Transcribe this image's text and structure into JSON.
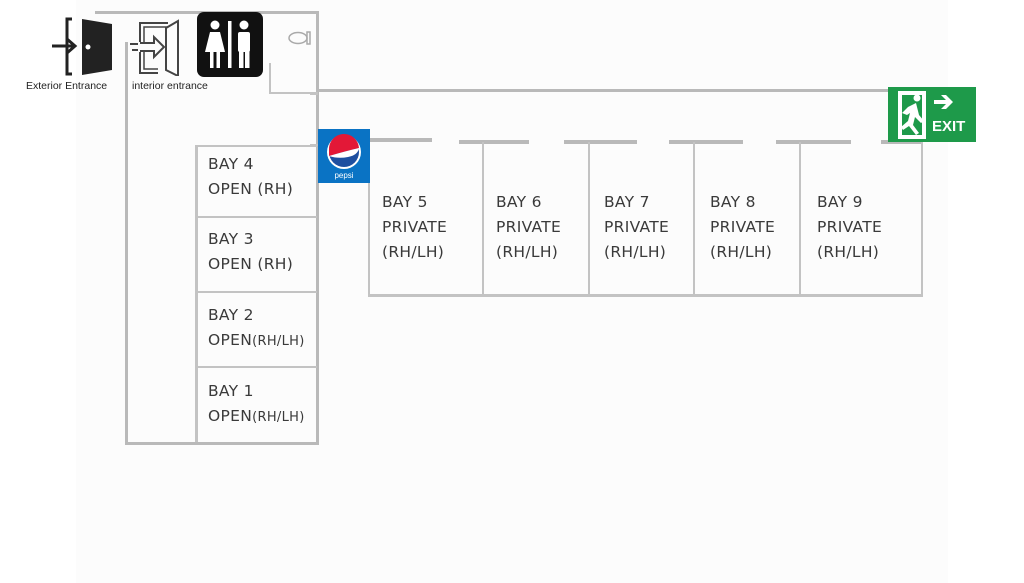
{
  "floorplan": {
    "entrances": {
      "exterior_label": "Exterior Entrance",
      "interior_label": "interior entrance"
    },
    "restroom": {
      "icon": "restroom-icon"
    },
    "vending": {
      "brand_label": "pepsi",
      "colors": {
        "background": "#0a73c4",
        "red": "#e31837",
        "blue": "#1e4fa0"
      }
    },
    "exit_sign": {
      "label": "EXIT",
      "color": "#1e9a4a"
    },
    "open_bays": [
      {
        "name": "BAY 4",
        "type": "OPEN",
        "hand": "(RH)"
      },
      {
        "name": "BAY 3",
        "type": "OPEN",
        "hand": "(RH)"
      },
      {
        "name": "BAY 2",
        "type": "OPEN",
        "hand": "(RH/LH)"
      },
      {
        "name": "BAY 1",
        "type": "OPEN",
        "hand": "(RH/LH)"
      }
    ],
    "private_bays": [
      {
        "name": "BAY 5",
        "type": "PRIVATE",
        "hand": "(RH/LH)"
      },
      {
        "name": "BAY 6",
        "type": "PRIVATE",
        "hand": "(RH/LH)"
      },
      {
        "name": "BAY 7",
        "type": "PRIVATE",
        "hand": "(RH/LH)"
      },
      {
        "name": "BAY 8",
        "type": "PRIVATE",
        "hand": "(RH/LH)"
      },
      {
        "name": "BAY 9",
        "type": "PRIVATE",
        "hand": "(RH/LH)"
      }
    ]
  }
}
